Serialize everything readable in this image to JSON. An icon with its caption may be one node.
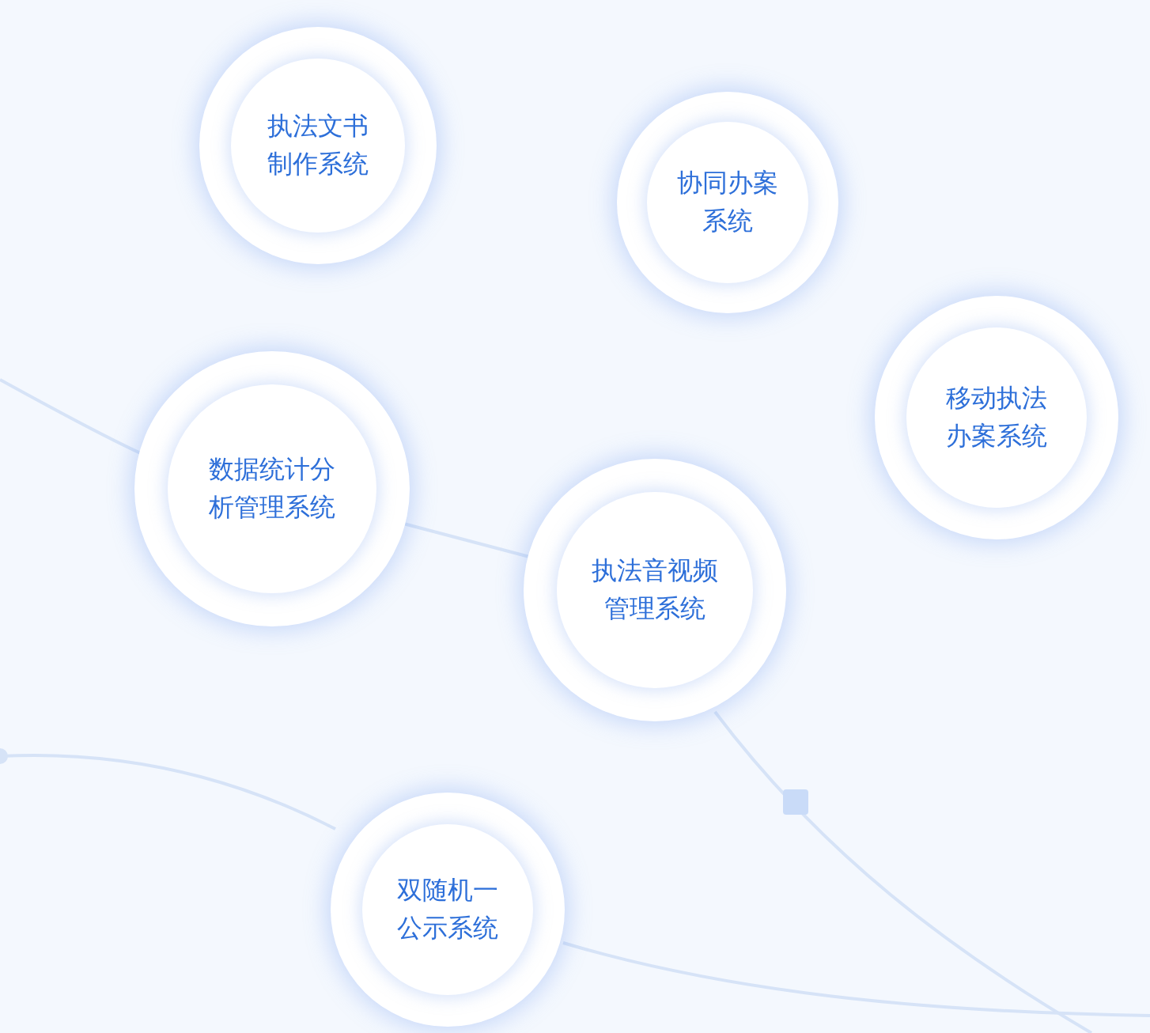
{
  "diagram": {
    "nodes": [
      {
        "text": [
          "执法文书制作系统"
        ]
      },
      {
        "text": [
          "协同办案系统"
        ]
      },
      {
        "text": [
          "移动执法办案系统"
        ]
      },
      {
        "text": [
          "数据统计分析管理系统"
        ]
      },
      {
        "text": [
          "执法音视频管理系统"
        ]
      },
      {
        "text": [
          "双随机一公示系统"
        ]
      }
    ],
    "edges": [
      {
        "from": 3,
        "to": 4,
        "arrow": "none"
      }
    ]
  }
}
